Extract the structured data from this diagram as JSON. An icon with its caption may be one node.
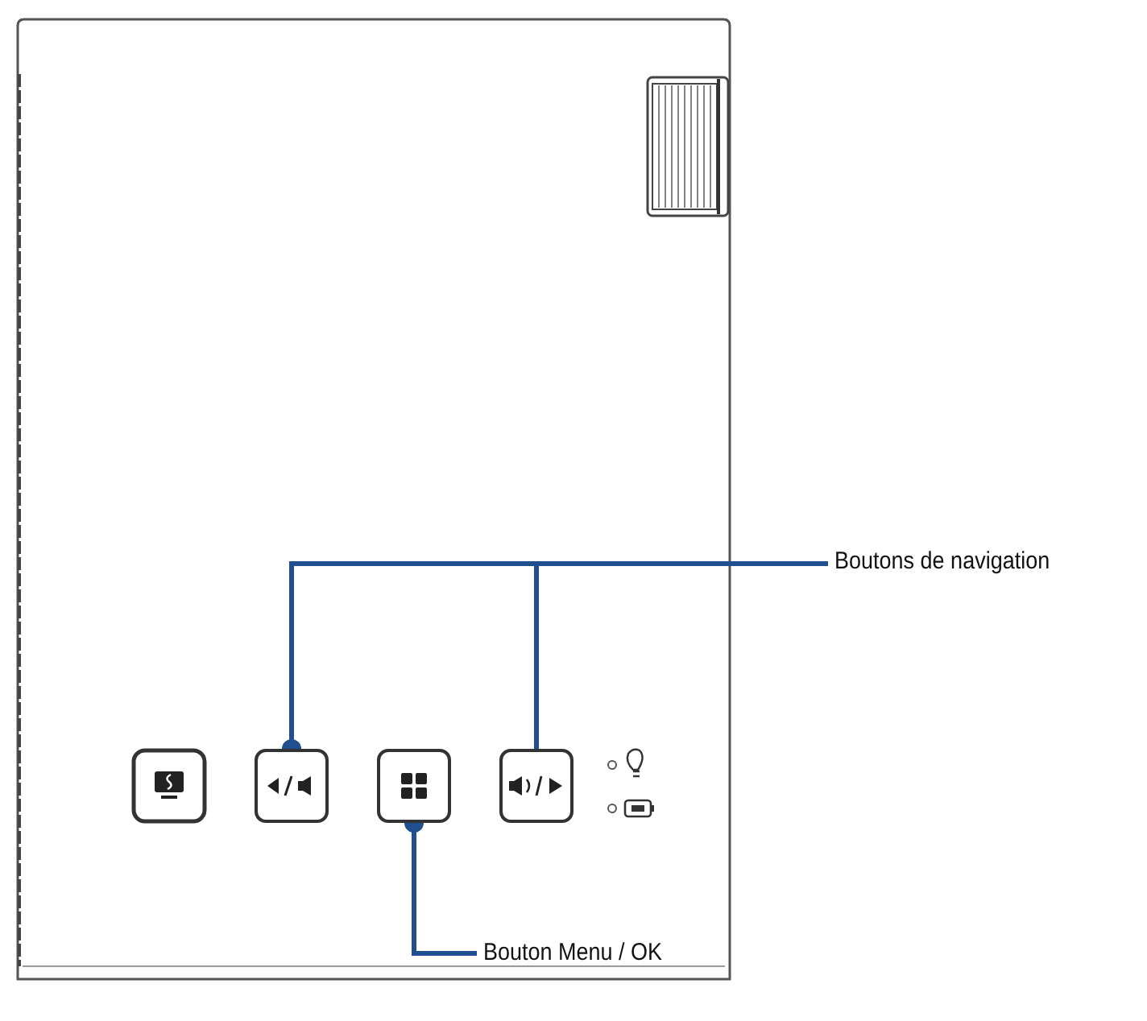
{
  "diagram": {
    "nodes": [
      {
        "text": [
          "Boutons de navigation"
        ]
      },
      {
        "text": [
          "Bouton Menu / OK"
        ]
      },
      {
        "text": [],
        "shape": "box"
      },
      {
        "text": [],
        "shape": "box"
      },
      {
        "text": [],
        "shape": "box"
      }
    ],
    "edges": [
      {
        "from": 0,
        "to": 2,
        "arrow": "other",
        "color": "#1f4f8f"
      },
      {
        "from": 0,
        "to": 4,
        "arrow": "none",
        "color": "#1f4f8f"
      },
      {
        "from": 1,
        "to": 3,
        "arrow": "other",
        "color": "#1f4f8f"
      }
    ]
  }
}
